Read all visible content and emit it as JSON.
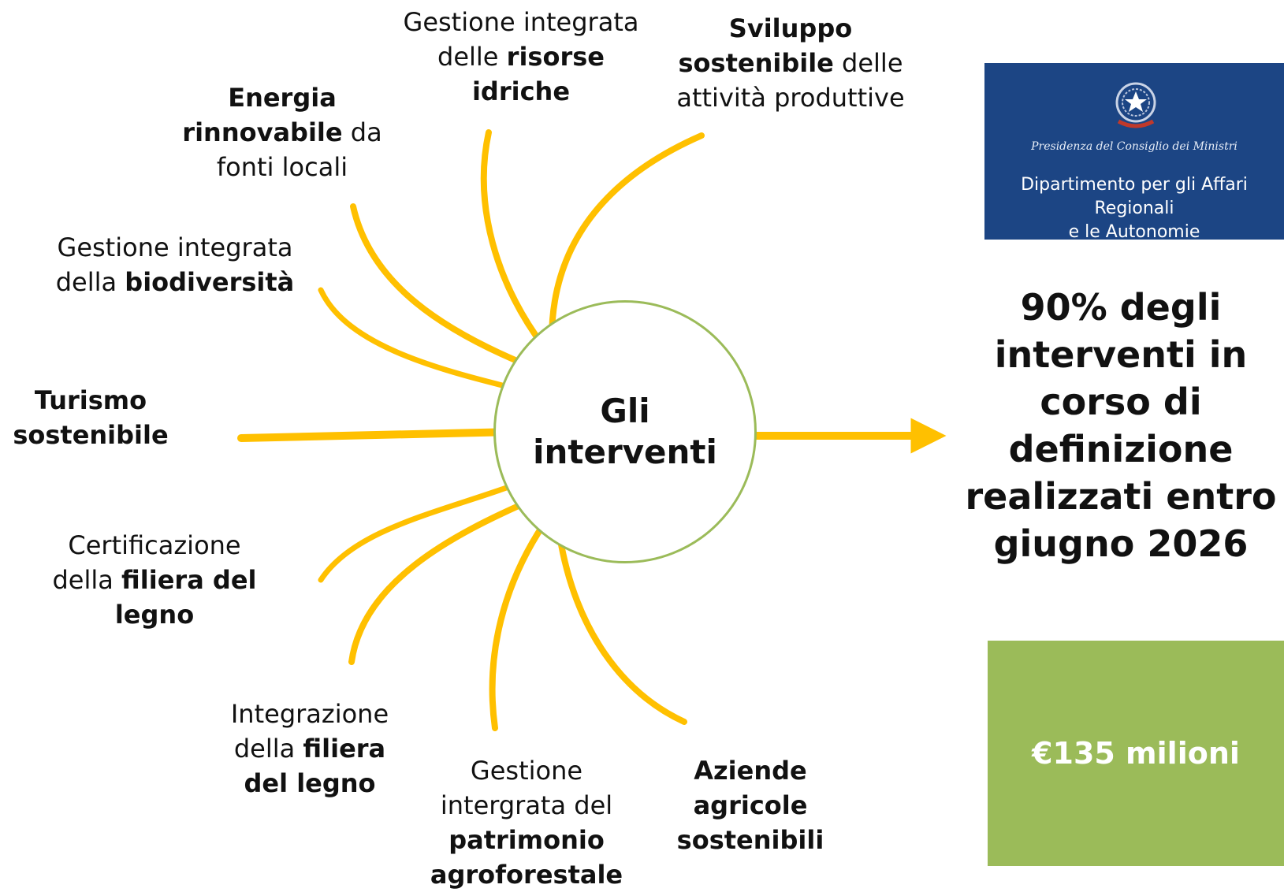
{
  "center": {
    "title_line1": "Gli",
    "title_line2": "interventi"
  },
  "ray_color": "#ffc000",
  "circle_color": "#9bbb59",
  "interventions": [
    {
      "pre": "Gestione integrata",
      "pre2": "delle ",
      "bold": "risorse",
      "bold2": "idriche"
    },
    {
      "bold": "Sviluppo",
      "bold2": "sostenibile",
      "post": " delle",
      "post2": "attività produttive"
    },
    {
      "bold": "Energia",
      "bold2": "rinnovabile",
      "post": " da",
      "post2": "fonti locali"
    },
    {
      "pre": "Gestione integrata",
      "pre2": "della ",
      "bold": "biodiversità"
    },
    {
      "bold": "Turismo",
      "bold2": "sostenibile"
    },
    {
      "pre": "Certificazione",
      "pre2": "della ",
      "bold": "filiera del",
      "bold2": "legno"
    },
    {
      "pre": "Integrazione",
      "pre2": "della ",
      "bold": "filiera",
      "bold2": "del legno"
    },
    {
      "pre": "Gestione",
      "pre2": "intergrata del",
      "bold": "patrimonio",
      "bold2": "agroforestale"
    },
    {
      "bold": "Aziende",
      "bold2": "agricole",
      "bold3": "sostenibili"
    }
  ],
  "logo": {
    "line1": "Presidenza del Consiglio dei Ministri",
    "line2": "Dipartimento per gli Affari Regionali",
    "line3": "e le Autonomie",
    "emblem": "italian-republic-emblem-icon"
  },
  "highlight": {
    "line1": "90% degli",
    "line2": "interventi in",
    "line3": "corso di",
    "line4": "definizione",
    "line5": "realizzati entro",
    "line6": "giugno 2026"
  },
  "budget": {
    "label": "€135 milioni",
    "color": "#9bbb59"
  }
}
